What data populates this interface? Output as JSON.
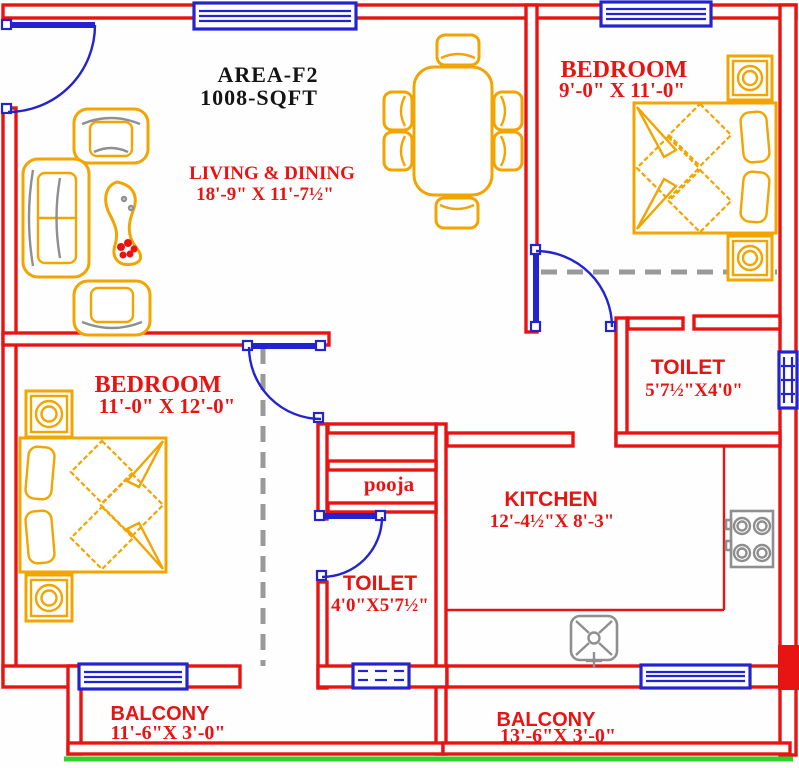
{
  "title": {
    "line1": "AREA-F2",
    "line2": "1008-SQFT"
  },
  "rooms": {
    "living": {
      "name": "LIVING & DINING",
      "dims": "18'-9\" X 11'-7½\""
    },
    "bedroom1": {
      "name": "BEDROOM",
      "dims": "9'-0\" X 11'-0\""
    },
    "toilet1": {
      "name": "TOILET",
      "dims": "5'7½\"X4'0\""
    },
    "bedroom2": {
      "name": "BEDROOM",
      "dims": "11'-0\" X 12'-0\""
    },
    "pooja": {
      "name": "pooja"
    },
    "toilet2": {
      "name": "TOILET",
      "dims": "4'0\"X5'7½\""
    },
    "kitchen": {
      "name": "KITCHEN",
      "dims": "12'-4½\"X 8'-3\""
    },
    "balcony1": {
      "name": "BALCONY",
      "dims": "11'-6\"X 3'-0\""
    },
    "balcony2": {
      "name": "BALCONY",
      "dims": "13'-6\"X 3'-0\""
    }
  },
  "colors": {
    "wall": "#e81413",
    "opening": "#2323cf",
    "furniture": "#f2a400",
    "fixture": "#8f8f8f",
    "projection": "#9a9a9a",
    "ground": "#2fd12f",
    "title": "#141414"
  }
}
